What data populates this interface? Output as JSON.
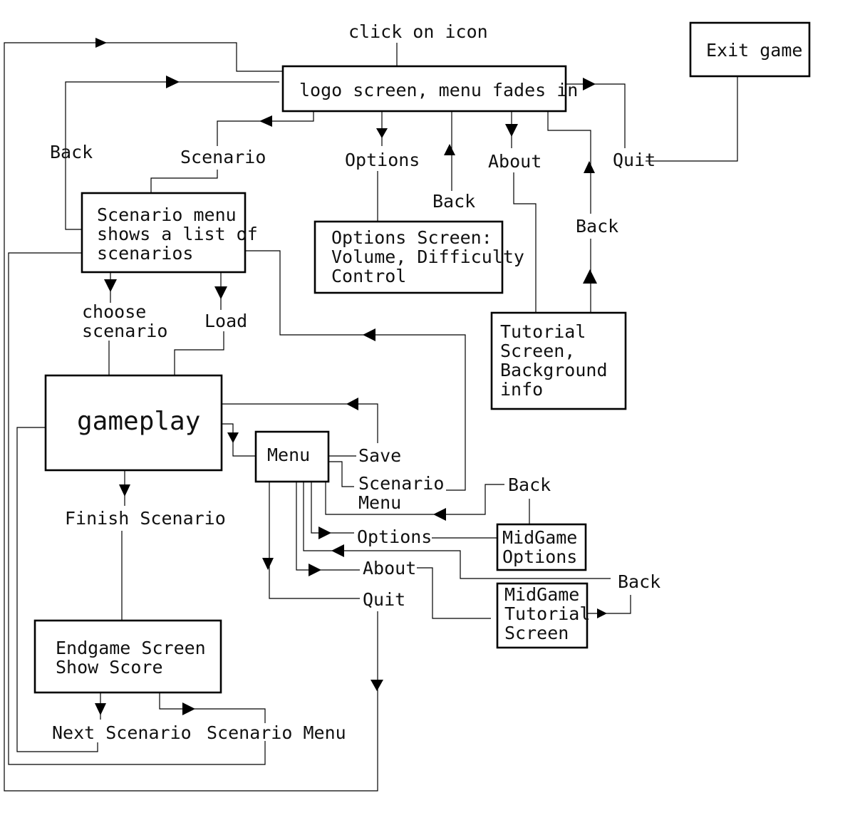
{
  "nodes": {
    "logo": "logo screen, menu fades in",
    "exit_game": "Exit game",
    "scenario_menu": [
      "Scenario menu",
      "shows a list of",
      "scenarios"
    ],
    "options_screen": [
      "Options Screen:",
      "Volume, Difficulty",
      "Control"
    ],
    "tutorial_screen": [
      "Tutorial",
      "Screen,",
      "Background",
      "info"
    ],
    "gameplay": "gameplay",
    "menu": "Menu",
    "midgame_options": [
      "MidGame",
      "Options"
    ],
    "midgame_tutorial": [
      "MidGame",
      "Tutorial",
      "Screen"
    ],
    "endgame_screen": [
      "Endgame Screen",
      "Show Score"
    ]
  },
  "labels": {
    "click_on_icon": "click on icon",
    "back_left": "Back",
    "scenario": "Scenario",
    "options": "Options",
    "back_options": "Back",
    "about": "About",
    "back_tutorial": "Back",
    "quit_top": "Quit",
    "choose_scenario": [
      "choose",
      "scenario"
    ],
    "load": "Load",
    "save": "Save",
    "scenario_menu_mid": [
      "Scenario",
      "Menu"
    ],
    "back_midgame_options": "Back",
    "options_mid": "Options",
    "about_mid": "About",
    "back_midgame_tutorial": "Back",
    "quit_mid": "Quit",
    "finish_scenario": "Finish Scenario",
    "next_scenario": "Next Scenario",
    "scenario_menu_end": "Scenario Menu"
  }
}
